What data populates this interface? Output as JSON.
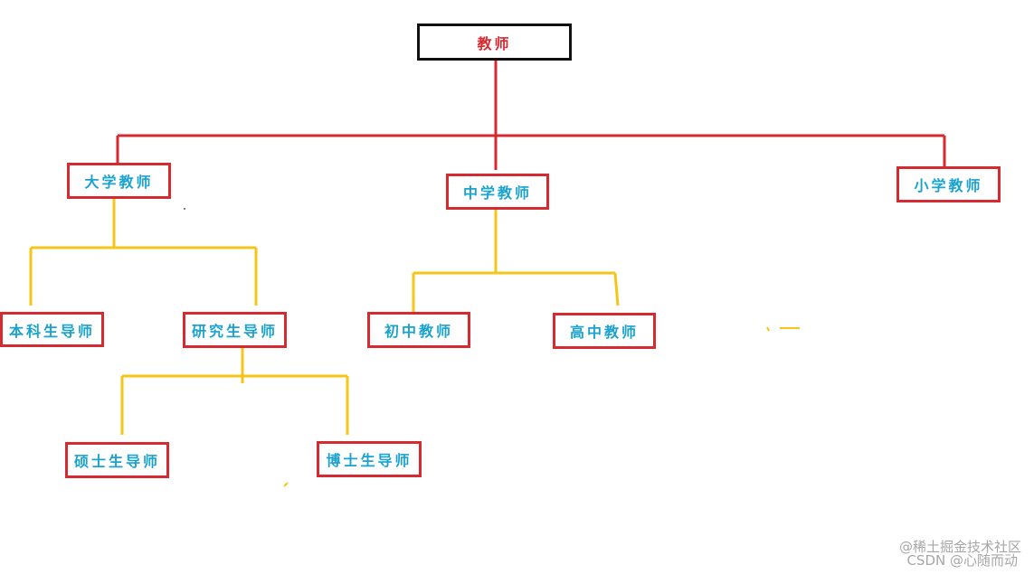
{
  "diagram": {
    "title": "教师",
    "level1": {
      "university": "大学教师",
      "middle_school": "中学教师",
      "primary_school": "小学教师"
    },
    "university_children": {
      "undergrad_advisor": "本科生导师",
      "grad_advisor": "研究生导师"
    },
    "grad_children": {
      "masters_advisor": "硕士生导师",
      "phd_advisor": "博士生导师"
    },
    "middle_children": {
      "junior_high": "初中教师",
      "senior_high": "高中教师"
    }
  },
  "colors": {
    "root_border": "#111111",
    "root_text": "#d42a30",
    "node_border": "#d42a30",
    "node_text": "#1aa3cf",
    "red_connector": "#d42a30",
    "yellow_connector": "#f5c518"
  },
  "watermark": {
    "line1": "@稀土掘金技术社区",
    "line2": "CSDN @心随而动"
  }
}
